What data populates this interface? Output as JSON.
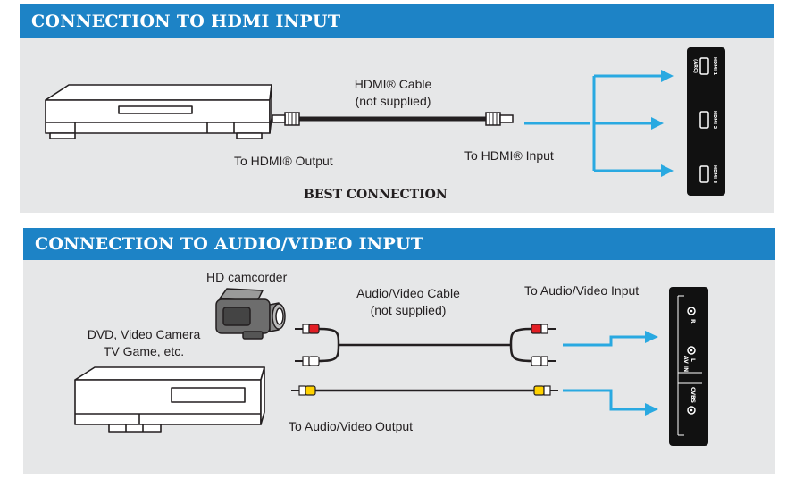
{
  "hdmi_section": {
    "title": "CONNECTION TO HDMI INPUT",
    "cable_label_line1": "HDMI® Cable",
    "cable_label_line2": "(not supplied)",
    "output_label": "To HDMI® Output",
    "input_label": "To HDMI® Input",
    "best_label": "BEST CONNECTION",
    "tv_ports": {
      "hdmi1_arc": "(ARC)",
      "hdmi1": "HDMI 1",
      "hdmi2": "HDMI 2",
      "hdmi3": "HDMI 3"
    }
  },
  "av_section": {
    "title": "CONNECTION TO AUDIO/VIDEO INPUT",
    "camcorder_label": "HD camcorder",
    "source_label_line1": "DVD, Video Camera",
    "source_label_line2": "TV Game, etc.",
    "cable_label_line1": "Audio/Video Cable",
    "cable_label_line2": "(not supplied)",
    "input_label": "To Audio/Video Input",
    "output_label": "To Audio/Video Output",
    "tv_ports": {
      "r": "R",
      "av_in": "AV IN",
      "l": "L",
      "cvbs": "CVBS"
    }
  },
  "colors": {
    "banner": "#1d83c6",
    "panel": "#e6e7e8",
    "arrow": "#29a9e1",
    "red_plug": "#e31e24",
    "yellow_plug": "#ffd200"
  }
}
